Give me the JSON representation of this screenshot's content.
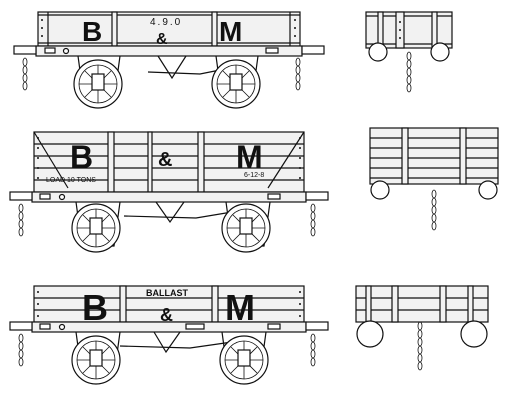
{
  "colors": {
    "ink": "#111111",
    "paper": "#f2f2f2",
    "background": "#ffffff"
  },
  "wagons": [
    {
      "id": "wagon-1",
      "left_letter": "B",
      "ampersand": "&",
      "right_letter": "M",
      "number": "4.9.0",
      "load_text": "",
      "date_text": "",
      "type_text": ""
    },
    {
      "id": "wagon-2",
      "left_letter": "B",
      "ampersand": "&",
      "right_letter": "M",
      "number": "",
      "load_text": "LOAD 10 TONS",
      "date_text": "6-12-8",
      "type_text": ""
    },
    {
      "id": "wagon-3",
      "left_letter": "B",
      "ampersand": "&",
      "right_letter": "M",
      "number": "",
      "load_text": "",
      "date_text": "",
      "type_text": "BALLAST"
    }
  ]
}
